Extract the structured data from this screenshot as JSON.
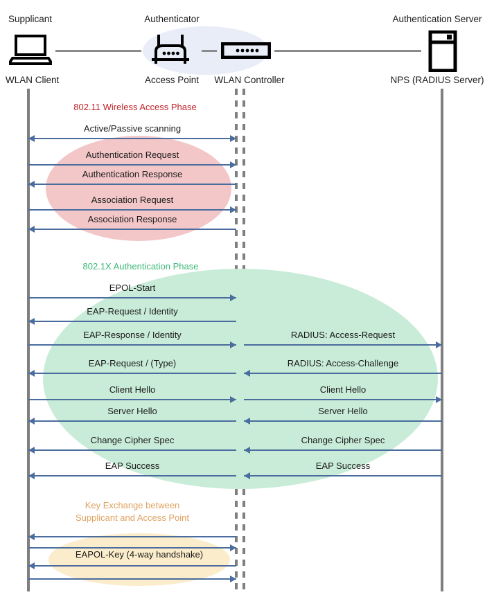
{
  "header": {
    "actors": [
      {
        "role": "Supplicant",
        "device": "WLAN Client",
        "icon": "laptop-icon"
      },
      {
        "role": "Authenticator",
        "device": "Access Point",
        "icon": "access-point-icon"
      },
      {
        "role": "",
        "device": "WLAN Controller",
        "icon": "wlan-controller-icon"
      },
      {
        "role": "Authentication Server",
        "device": "NPS (RADIUS Server)",
        "icon": "server-icon"
      }
    ]
  },
  "phases": [
    {
      "id": "wireless-access",
      "title": "802.11 Wireless Access Phase",
      "color": "#c0252b",
      "blob_color": "#f3c7c8",
      "messages": [
        {
          "label": "Active/Passive scanning",
          "left_dir": "both",
          "right_dir": "none",
          "right_label": ""
        },
        {
          "label": "Authentication Request",
          "left_dir": "right",
          "right_dir": "none",
          "right_label": ""
        },
        {
          "label": "Authentication Response",
          "left_dir": "left",
          "right_dir": "none",
          "right_label": ""
        },
        {
          "label": "Association Request",
          "left_dir": "right",
          "right_dir": "none",
          "right_label": ""
        },
        {
          "label": "Association Response",
          "left_dir": "left",
          "right_dir": "none",
          "right_label": ""
        }
      ]
    },
    {
      "id": "dot1x-authentication",
      "title": "802.1X Authentication Phase",
      "color": "#3cb878",
      "blob_color": "#c9ecd8",
      "messages": [
        {
          "label": "EPOL-Start",
          "left_dir": "right",
          "right_dir": "none",
          "right_label": ""
        },
        {
          "label": "EAP-Request / Identity",
          "left_dir": "left",
          "right_dir": "none",
          "right_label": ""
        },
        {
          "label": "EAP-Response / Identity",
          "left_dir": "right",
          "right_dir": "right",
          "right_label": "RADIUS: Access-Request"
        },
        {
          "label": "EAP-Request / (Type)",
          "left_dir": "left",
          "right_dir": "left",
          "right_label": "RADIUS: Access-Challenge"
        },
        {
          "label": "Client Hello",
          "left_dir": "right",
          "right_dir": "right",
          "right_label": "Client Hello"
        },
        {
          "label": "Server Hello",
          "left_dir": "left",
          "right_dir": "left",
          "right_label": "Server Hello"
        },
        {
          "label": "Change Cipher Spec",
          "left_dir": "left",
          "right_dir": "left",
          "right_label": "Change Cipher Spec"
        },
        {
          "label": "EAP Success",
          "left_dir": "left",
          "right_dir": "left",
          "right_label": "EAP Success"
        }
      ]
    },
    {
      "id": "key-exchange",
      "title": "Key Exchange between\nSupplicant and Access Point",
      "title_line1": "Key Exchange between",
      "title_line2": "Supplicant and Access Point",
      "color": "#e0a260",
      "blob_color": "#fbeccb",
      "center_label": "EAPOL-Key (4-way handshake)",
      "messages": [
        {
          "label": "",
          "left_dir": "left",
          "right_dir": "none",
          "right_label": ""
        },
        {
          "label": "",
          "left_dir": "right",
          "right_dir": "none",
          "right_label": ""
        },
        {
          "label": "",
          "left_dir": "left",
          "right_dir": "none",
          "right_label": ""
        },
        {
          "label": "",
          "left_dir": "right",
          "right_dir": "none",
          "right_label": ""
        }
      ]
    }
  ],
  "colors": {
    "arrow": "#4a6d9e",
    "lifeline": "#7f7f7f",
    "wire": "#8b8b8b",
    "authenticator_blob": "#e8edf7"
  }
}
